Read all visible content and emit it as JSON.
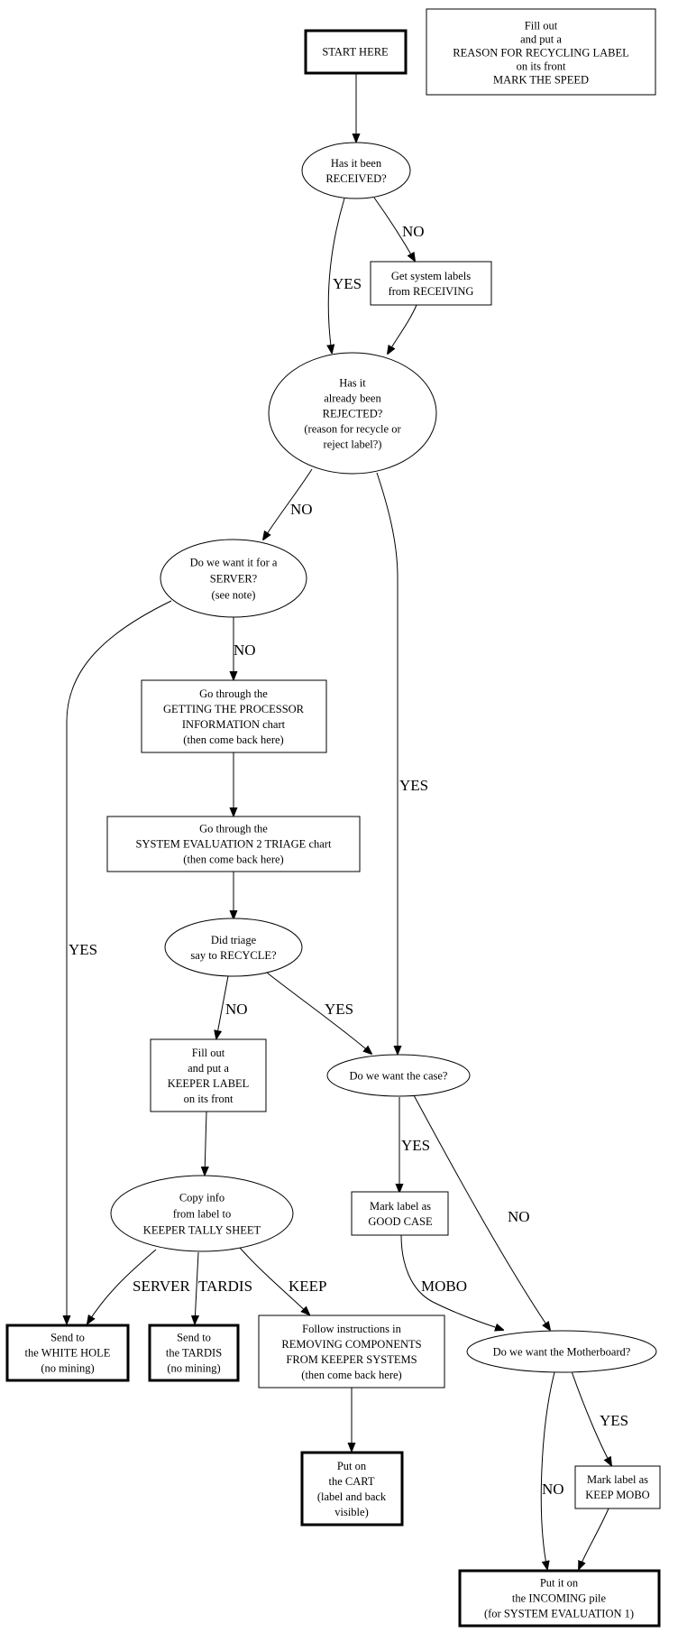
{
  "title": "System recycling / keeper flowchart",
  "nodes": {
    "note_recycling_label": {
      "shape": "box",
      "lines": [
        "Fill out",
        "and put a",
        "REASON FOR RECYCLING LABEL",
        "on its front",
        "MARK THE SPEED"
      ]
    },
    "start": {
      "shape": "box-bold",
      "lines": [
        "START HERE"
      ]
    },
    "received": {
      "shape": "ellipse",
      "lines": [
        "Has it been",
        "RECEIVED?"
      ]
    },
    "get_labels": {
      "shape": "box",
      "lines": [
        "Get system labels",
        "from RECEIVING"
      ]
    },
    "rejected": {
      "shape": "ellipse",
      "lines": [
        "Has it",
        "already been",
        "REJECTED?",
        "(reason for recycle or",
        "reject label?)"
      ]
    },
    "server": {
      "shape": "ellipse",
      "lines": [
        "Do we want it for a",
        "SERVER?",
        "(see note)"
      ]
    },
    "processor_info": {
      "shape": "box",
      "lines": [
        "Go through the",
        "GETTING THE PROCESSOR",
        "INFORMATION chart",
        "(then come back here)"
      ]
    },
    "triage_chart": {
      "shape": "box",
      "lines": [
        "Go through the",
        "SYSTEM EVALUATION 2 TRIAGE chart",
        "(then come back here)"
      ]
    },
    "triage_recycle": {
      "shape": "ellipse",
      "lines": [
        "Did triage",
        "say to RECYCLE?"
      ]
    },
    "keeper_label": {
      "shape": "box",
      "lines": [
        "Fill out",
        "and put a",
        "KEEPER LABEL",
        "on its front"
      ]
    },
    "want_case": {
      "shape": "ellipse",
      "lines": [
        "Do we want the case?"
      ]
    },
    "copy_info": {
      "shape": "ellipse",
      "lines": [
        "Copy info",
        "from label to",
        "KEEPER TALLY SHEET"
      ]
    },
    "good_case": {
      "shape": "box",
      "lines": [
        "Mark label as",
        "GOOD CASE"
      ]
    },
    "white_hole": {
      "shape": "box-bold",
      "lines": [
        "Send to",
        "the WHITE HOLE",
        "(no mining)"
      ]
    },
    "tardis": {
      "shape": "box-bold",
      "lines": [
        "Send to",
        "the TARDIS",
        "(no mining)"
      ]
    },
    "removing": {
      "shape": "box",
      "lines": [
        "Follow instructions in",
        "REMOVING COMPONENTS",
        "FROM KEEPER SYSTEMS",
        "(then come back here)"
      ]
    },
    "want_mobo": {
      "shape": "ellipse",
      "lines": [
        "Do we want the Motherboard?"
      ]
    },
    "cart": {
      "shape": "box-bold",
      "lines": [
        "Put on",
        "the CART",
        "(label and back",
        "visible)"
      ]
    },
    "keep_mobo": {
      "shape": "box",
      "lines": [
        "Mark label as",
        "KEEP MOBO"
      ]
    },
    "incoming": {
      "shape": "box-bold",
      "lines": [
        "Put it on",
        "the INCOMING pile",
        "(for SYSTEM EVALUATION 1)"
      ]
    }
  },
  "edges": [
    {
      "from": "start",
      "to": "received",
      "label": ""
    },
    {
      "from": "received",
      "to": "get_labels",
      "label": "NO"
    },
    {
      "from": "received",
      "to": "rejected",
      "label": "YES"
    },
    {
      "from": "get_labels",
      "to": "rejected",
      "label": ""
    },
    {
      "from": "rejected",
      "to": "server",
      "label": "NO"
    },
    {
      "from": "rejected",
      "to": "want_case",
      "label": "YES"
    },
    {
      "from": "server",
      "to": "processor_info",
      "label": "NO"
    },
    {
      "from": "server",
      "to": "white_hole",
      "label": "YES"
    },
    {
      "from": "processor_info",
      "to": "triage_chart",
      "label": ""
    },
    {
      "from": "triage_chart",
      "to": "triage_recycle",
      "label": ""
    },
    {
      "from": "triage_recycle",
      "to": "keeper_label",
      "label": "NO"
    },
    {
      "from": "triage_recycle",
      "to": "want_case",
      "label": "YES"
    },
    {
      "from": "keeper_label",
      "to": "copy_info",
      "label": ""
    },
    {
      "from": "want_case",
      "to": "good_case",
      "label": "YES"
    },
    {
      "from": "want_case",
      "to": "want_mobo",
      "label": "NO"
    },
    {
      "from": "copy_info",
      "to": "white_hole",
      "label": "SERVER"
    },
    {
      "from": "copy_info",
      "to": "tardis",
      "label": "TARDIS"
    },
    {
      "from": "copy_info",
      "to": "removing",
      "label": "KEEP"
    },
    {
      "from": "good_case",
      "to": "want_mobo",
      "label": "MOBO"
    },
    {
      "from": "removing",
      "to": "cart",
      "label": ""
    },
    {
      "from": "want_mobo",
      "to": "keep_mobo",
      "label": "YES"
    },
    {
      "from": "want_mobo",
      "to": "incoming",
      "label": "NO"
    },
    {
      "from": "keep_mobo",
      "to": "incoming",
      "label": ""
    }
  ]
}
